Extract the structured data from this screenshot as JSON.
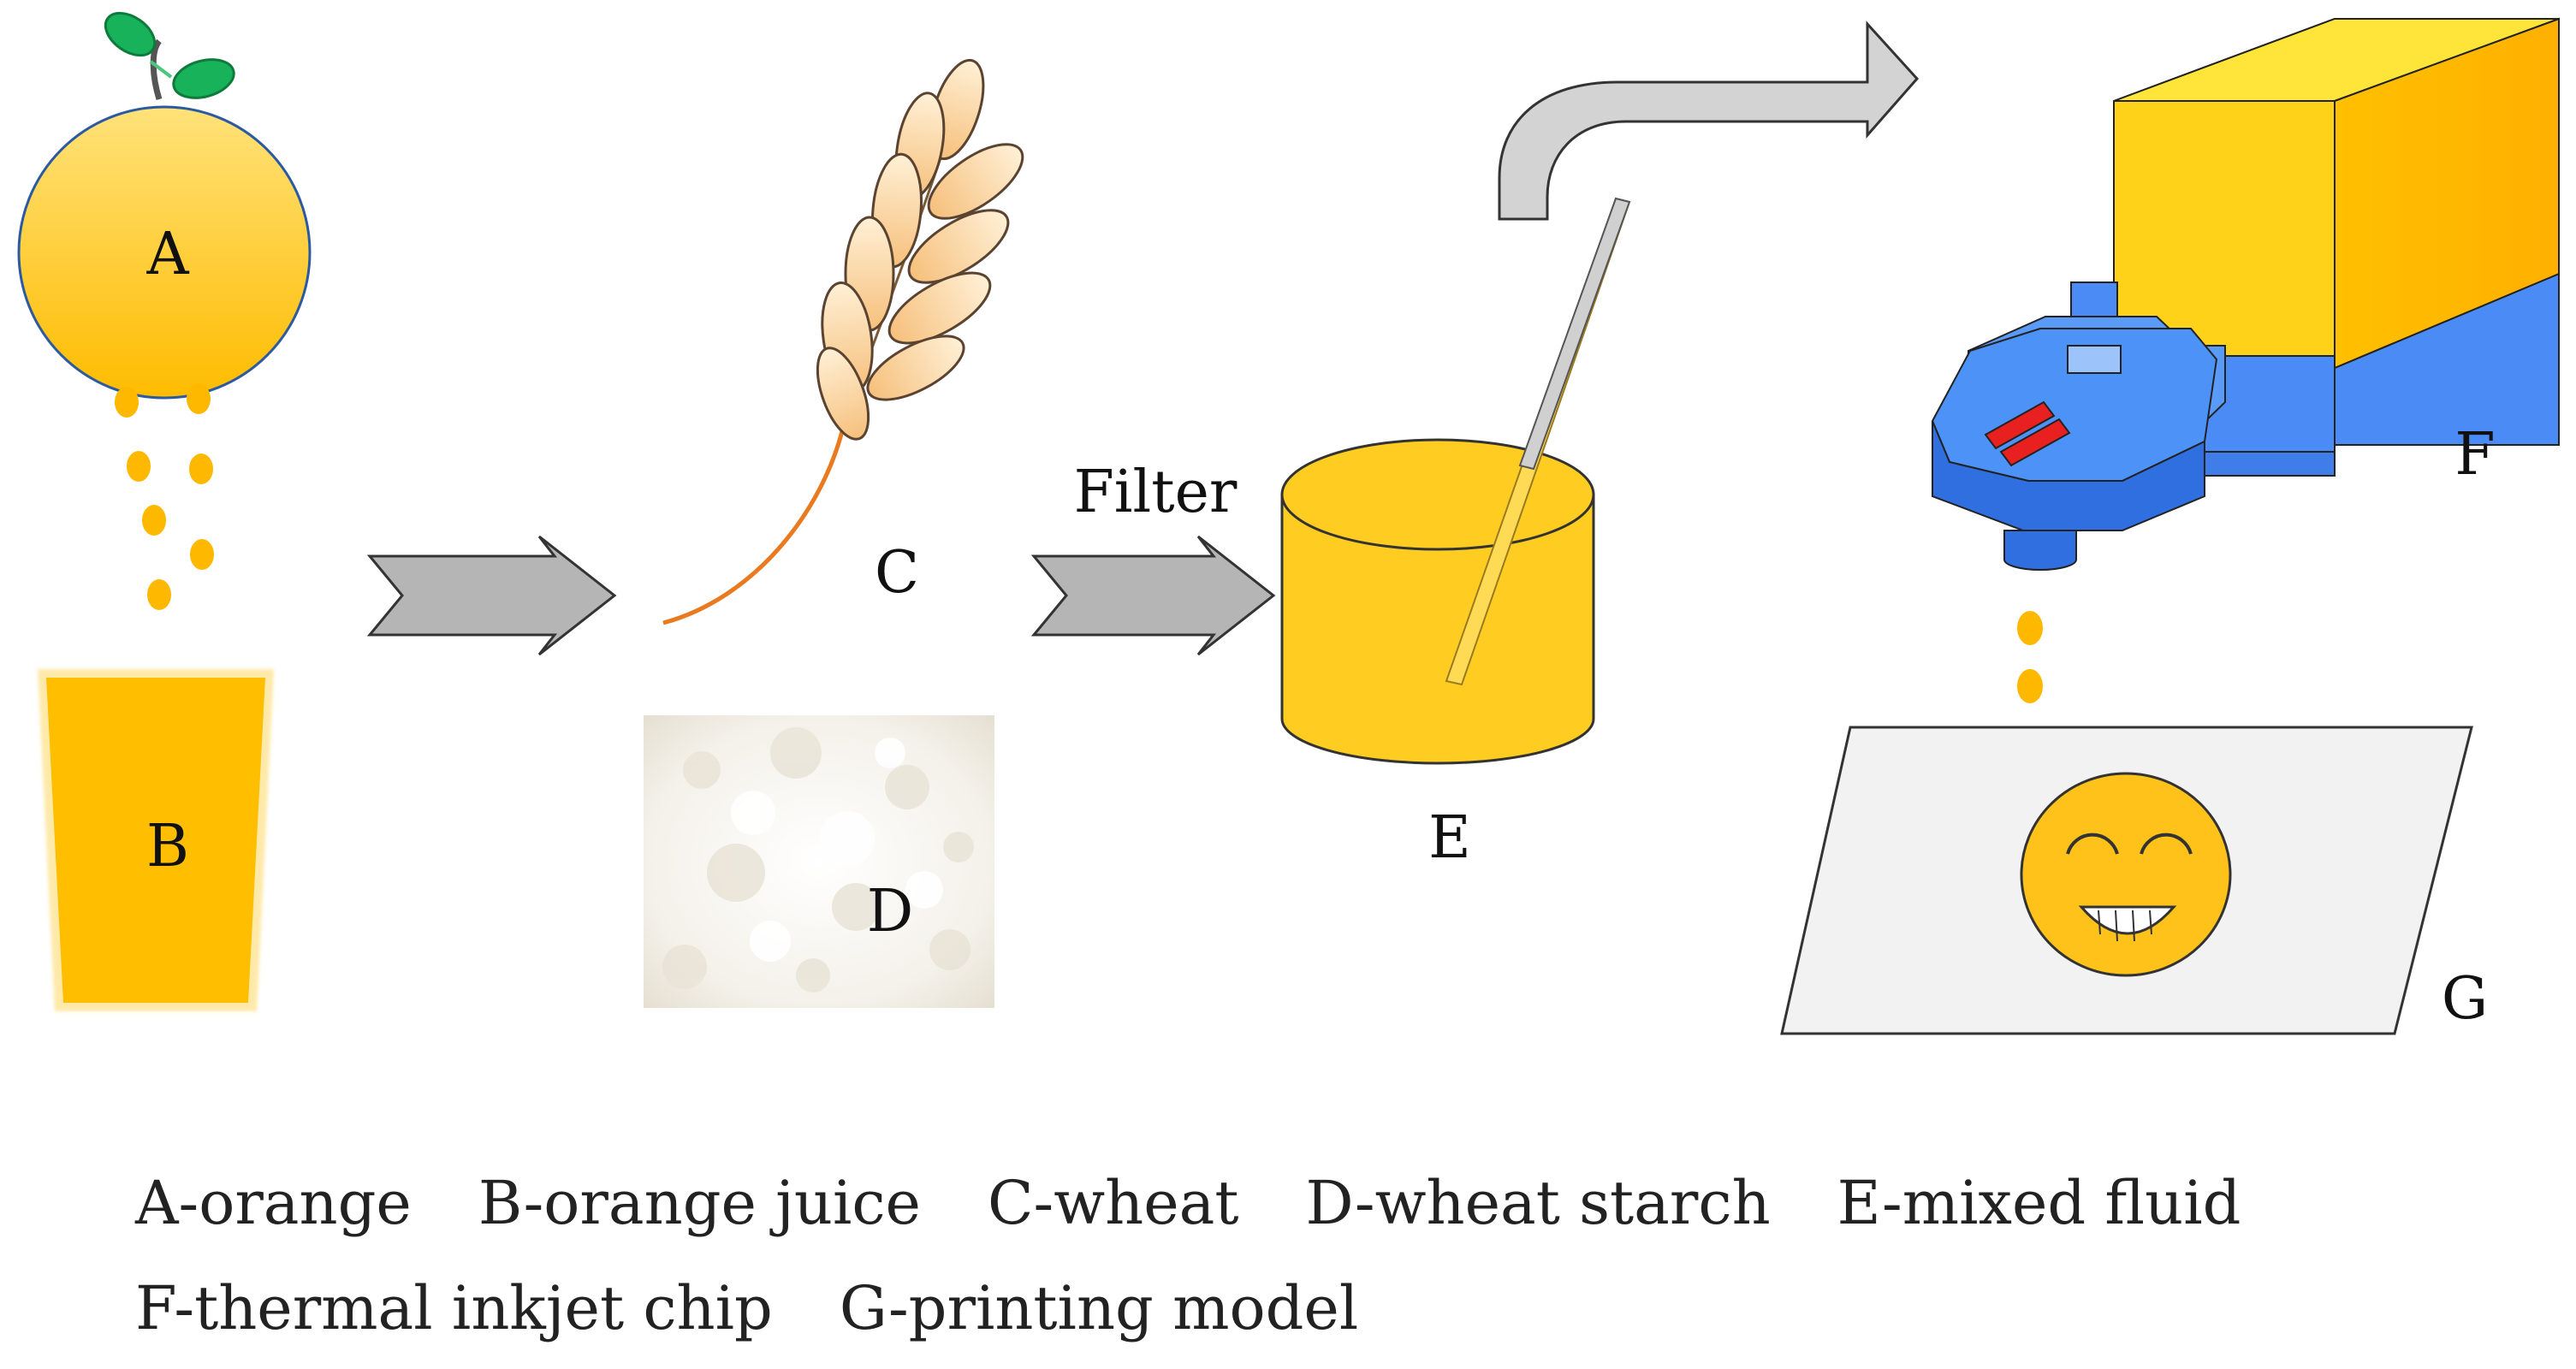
{
  "labels": {
    "a": "A",
    "b": "B",
    "c": "C",
    "d": "D",
    "e": "E",
    "f": "F",
    "g": "G",
    "filter": "Filter"
  },
  "legend": {
    "line1": [
      "A-orange",
      "B-orange juice",
      "C-wheat",
      "D-wheat starch",
      "E-mixed fluid"
    ],
    "line2": [
      "F-thermal inkjet chip",
      "G-printing model"
    ]
  },
  "icons": {
    "orange": "orange-fruit-icon",
    "juice": "juice-glass-icon",
    "wheat": "wheat-ear-icon",
    "starch": "starch-powder-image",
    "beaker": "beaker-icon",
    "chip": "inkjet-chip-icon",
    "model": "printing-model-icon"
  },
  "colors": {
    "orange": "#FFC107",
    "orange_light": "#FFE07A",
    "chip_blue": "#3F86F0",
    "chip_yellow": "#FFD21A",
    "arrow_gray": "#BDBDBD",
    "nozzle_red": "#E82020"
  }
}
